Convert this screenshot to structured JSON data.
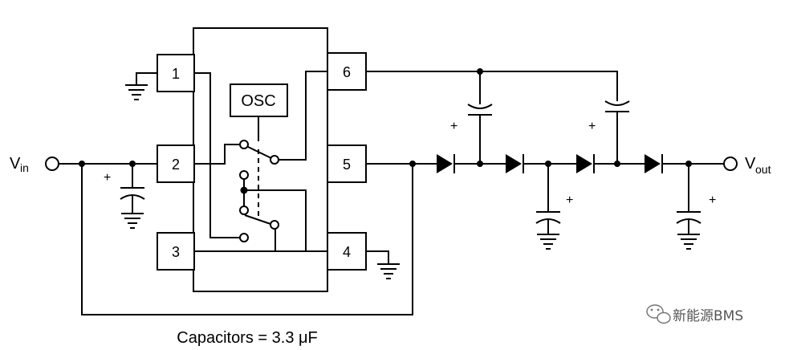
{
  "ic": {
    "pins": {
      "p1": "1",
      "p2": "2",
      "p3": "3",
      "p4": "4",
      "p5": "5",
      "p6": "6"
    },
    "osc_label": "OSC"
  },
  "labels": {
    "vin_main": "V",
    "vin_sub": "in",
    "vout_main": "V",
    "vout_sub": "out",
    "caption": "Capacitors = 3.3 μF",
    "plus": "+"
  },
  "watermark": {
    "text": "新能源BMS",
    "icon": "wechat-icon"
  }
}
